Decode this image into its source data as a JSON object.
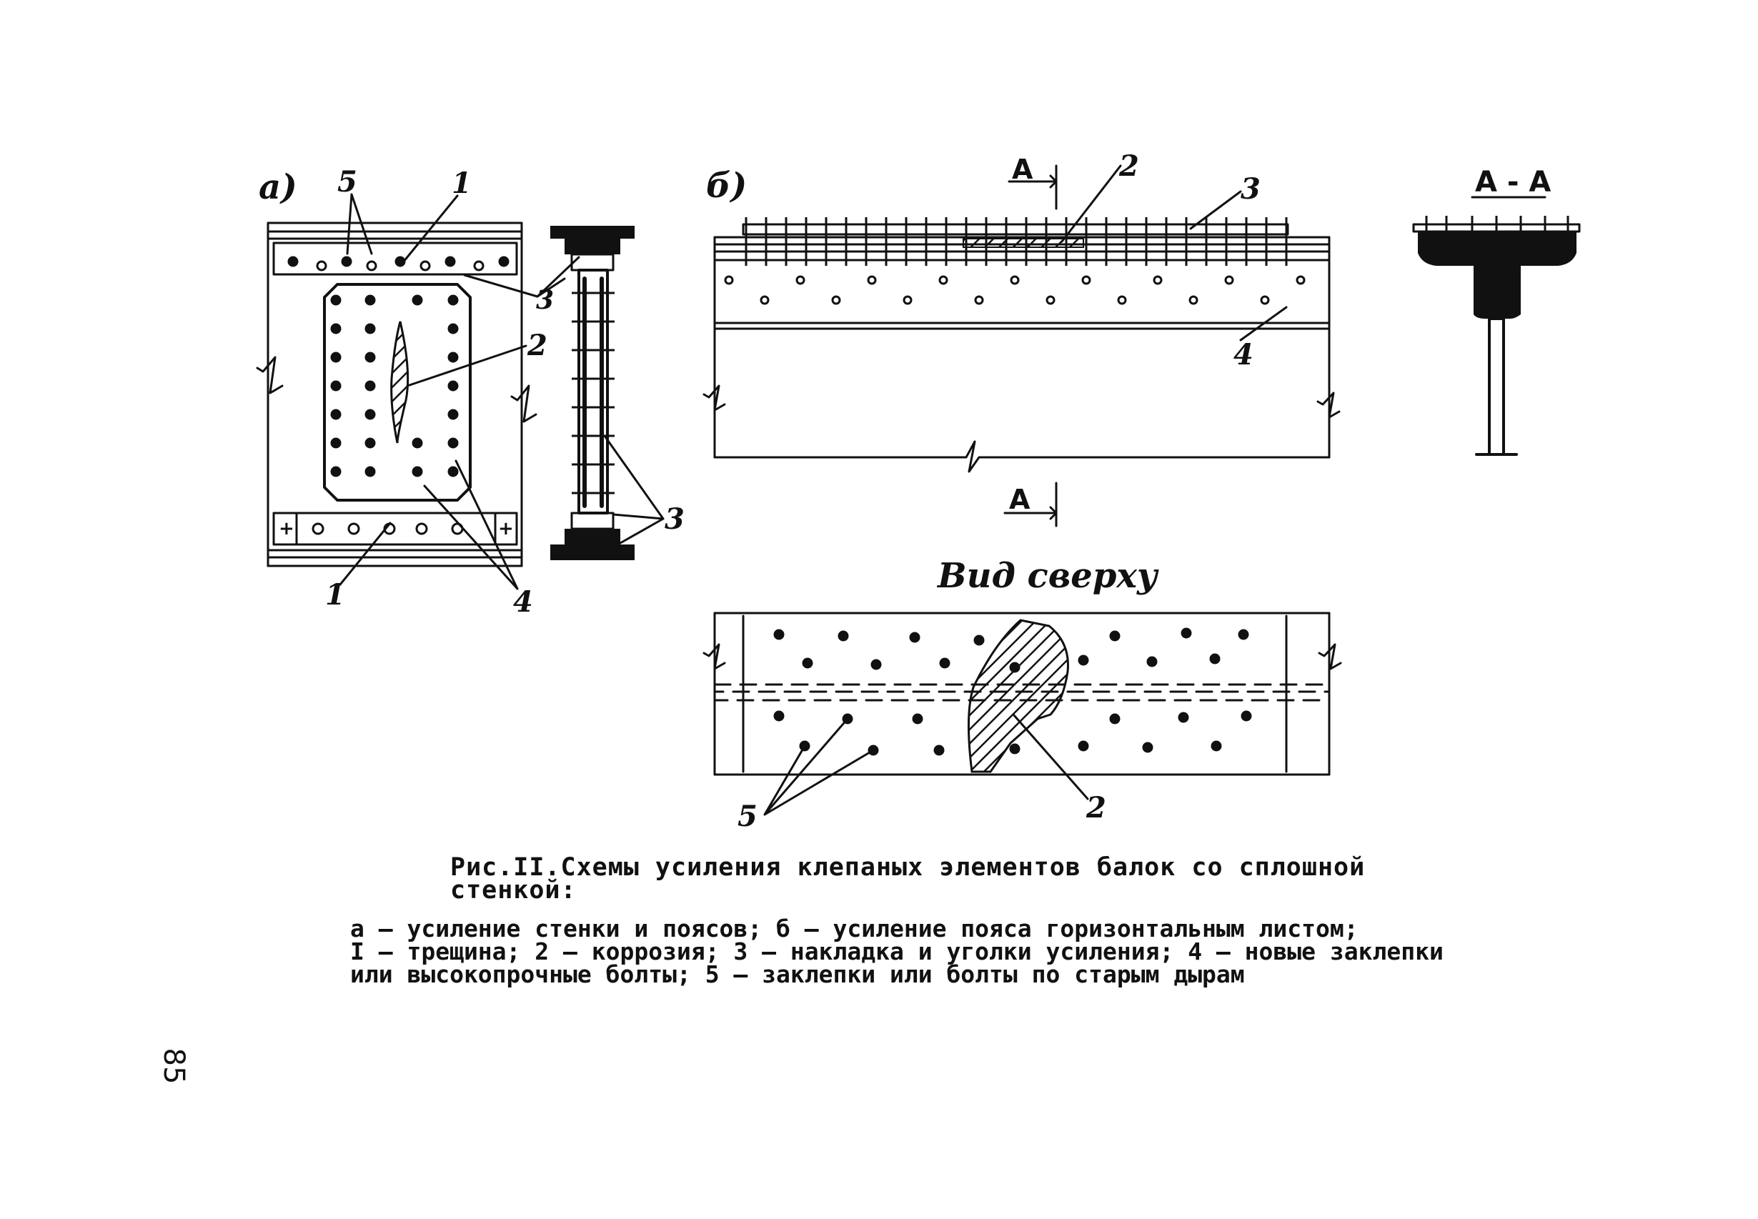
{
  "panels": {
    "a": {
      "label": "а)"
    },
    "b": {
      "label": "б)"
    },
    "section": {
      "label": "А - А"
    },
    "top_view": {
      "label": "Вид сверху"
    }
  },
  "section_marks": {
    "top": "А",
    "bottom": "А"
  },
  "callouts": {
    "a_1_top": "1",
    "a_5": "5",
    "a_2": "2",
    "a_3_top": "3",
    "a_3_bottom": "3",
    "a_1_bottom": "1",
    "a_4": "4",
    "b_2": "2",
    "b_3": "3",
    "b_4": "4",
    "top_5": "5",
    "top_2": "2"
  },
  "caption": {
    "title": "Рис.II.Схемы усиления клепаных элементов балок со сплошной стенкой:",
    "line1": "а – усиление стенки и поясов; б – усиление пояса горизонтальным листом;",
    "line2": "I – трещина; 2 – коррозия; 3 – накладка и уголки усиления; 4 – новые заклепки",
    "line3": "или высокопрочные болты; 5 – заклепки или болты по старым дырам"
  },
  "page_number": "85"
}
